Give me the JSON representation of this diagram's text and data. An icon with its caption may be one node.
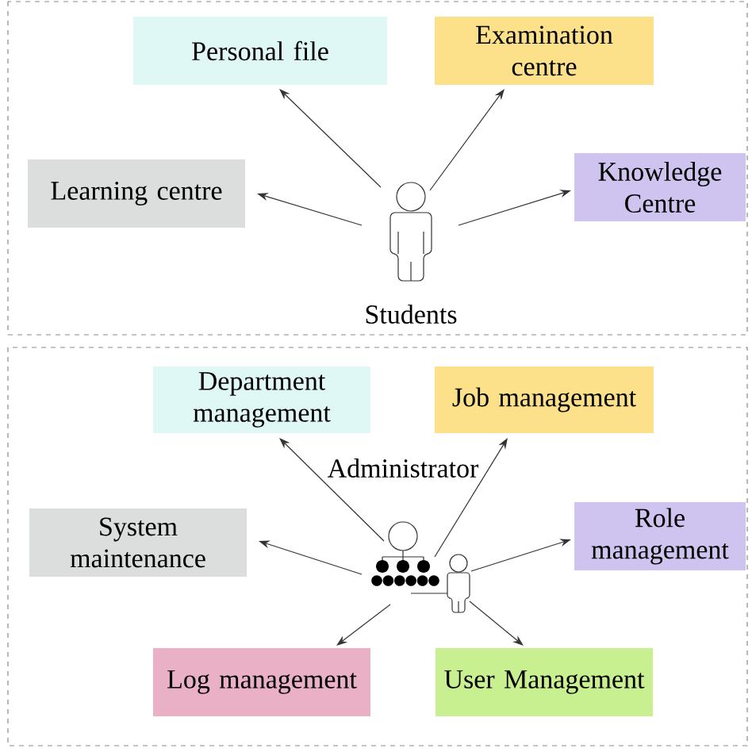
{
  "diagram": {
    "nodes": [
      {
        "text": [],
        "shape": "person",
        "beside": [
          "Students"
        ]
      },
      {
        "text": [
          "Personal file"
        ]
      },
      {
        "text": [
          "Examination centre"
        ]
      },
      {
        "text": [
          "Learning centre"
        ]
      },
      {
        "text": [
          "Knowledge Centre"
        ]
      },
      {
        "text": [],
        "shape": "picture"
      },
      {
        "text": [
          "Department management"
        ]
      },
      {
        "text": [
          "Job management"
        ]
      },
      {
        "text": [
          "System maintenance"
        ]
      },
      {
        "text": [
          "Role management"
        ]
      },
      {
        "text": [
          "Log management"
        ]
      },
      {
        "text": [
          "User Management"
        ]
      }
    ],
    "edges": [
      {
        "from": 0,
        "to": 1,
        "arrow": "to"
      },
      {
        "from": 0,
        "to": 2,
        "arrow": "to"
      },
      {
        "from": 0,
        "to": 3,
        "arrow": "to"
      },
      {
        "from": 0,
        "to": 4,
        "arrow": "to"
      },
      {
        "from": 5,
        "to": 6,
        "arrow": "to"
      },
      {
        "from": 5,
        "to": 7,
        "arrow": "to"
      },
      {
        "from": 5,
        "to": 8,
        "arrow": "to"
      },
      {
        "from": 5,
        "to": 9,
        "arrow": "to"
      },
      {
        "from": 5,
        "to": 10,
        "arrow": "to"
      },
      {
        "from": 5,
        "to": 11,
        "arrow": "to"
      }
    ],
    "labels": [
      "Administrator"
    ]
  }
}
